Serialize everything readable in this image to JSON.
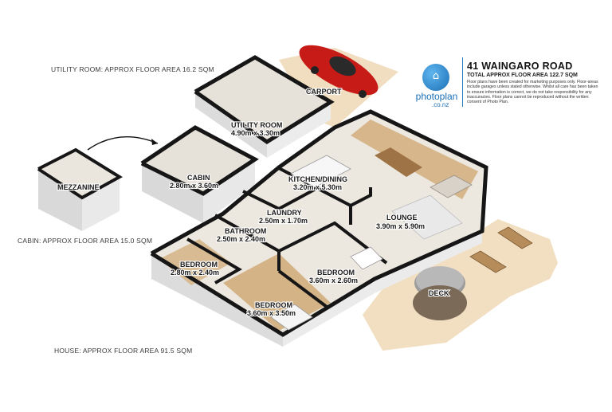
{
  "header": {
    "address": "41 WAINGARO ROAD",
    "total_area": "TOTAL APPROX FLOOR AREA 122.7 SQM",
    "disclaimer": "Floor plans have been created for marketing purposes only. Floor-areas include garages unless stated otherwise. Whilst all care has been taken to ensure information is correct, we do not take responsibility for any inaccuracies. Floor plans cannot be reproduced without the written consent of Photo Plan.",
    "logo_text": "photoplan",
    "logo_sub": ".co.nz",
    "logo_icon": "house-in-circle-icon",
    "brand_color": "#1a6fb5"
  },
  "area_notes": {
    "utility": "UTILITY ROOM: APPROX FLOOR AREA 16.2 SQM",
    "cabin": "CABIN: APPROX FLOOR AREA 15.0 SQM",
    "house": "HOUSE: APPROX FLOOR AREA 91.5 SQM"
  },
  "rooms": {
    "mezzanine": {
      "name": "MEZZANINE"
    },
    "carport": {
      "name": "CARPORT"
    },
    "utility": {
      "name": "UTILITY ROOM",
      "size": "4.90m x 3.30m"
    },
    "cabin": {
      "name": "CABIN",
      "size": "2.80m x 3.60m"
    },
    "kitchen": {
      "name": "KITCHEN/DINING",
      "size": "3.20m x 5.30m"
    },
    "laundry": {
      "name": "LAUNDRY",
      "size": "2.50m x 1.70m"
    },
    "bathroom": {
      "name": "BATHROOM",
      "size": "2.50m x 2.40m"
    },
    "lounge": {
      "name": "LOUNGE",
      "size": "3.90m x 5.90m"
    },
    "bedroom1": {
      "name": "BEDROOM",
      "size": "2.80m x 2.40m"
    },
    "bedroom2": {
      "name": "BEDROOM",
      "size": "3.60m x 2.60m"
    },
    "bedroom3": {
      "name": "BEDROOM",
      "size": "3.60m x 3.50m"
    },
    "deck": {
      "name": "DECK"
    }
  },
  "colors": {
    "wall": "#161616",
    "floor": "#e9e6e0",
    "wood_floor": "#d7b98d",
    "deck": "#f1dec0",
    "car": "#d0201c"
  }
}
